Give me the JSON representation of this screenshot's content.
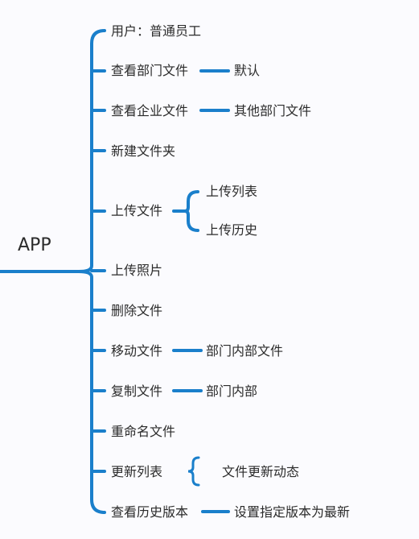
{
  "diagram": {
    "root": "APP",
    "branches": [
      {
        "label": "用户：普通员工",
        "children": []
      },
      {
        "label": "查看部门文件",
        "children": [
          "默认"
        ]
      },
      {
        "label": "查看企业文件",
        "children": [
          "其他部门文件"
        ]
      },
      {
        "label": "新建文件夹",
        "children": []
      },
      {
        "label": "上传文件",
        "children": [
          "上传列表",
          "上传历史"
        ]
      },
      {
        "label": "上传照片",
        "children": []
      },
      {
        "label": "删除文件",
        "children": []
      },
      {
        "label": "移动文件",
        "children": [
          "部门内部文件"
        ]
      },
      {
        "label": "复制文件",
        "children": [
          "部门内部"
        ]
      },
      {
        "label": "重命名文件",
        "children": []
      },
      {
        "label": "更新列表",
        "children": [
          "文件更新动态"
        ]
      },
      {
        "label": "查看历史版本",
        "children": [
          "设置指定版本为最新"
        ]
      }
    ],
    "line_color": "#1a7fcb"
  }
}
